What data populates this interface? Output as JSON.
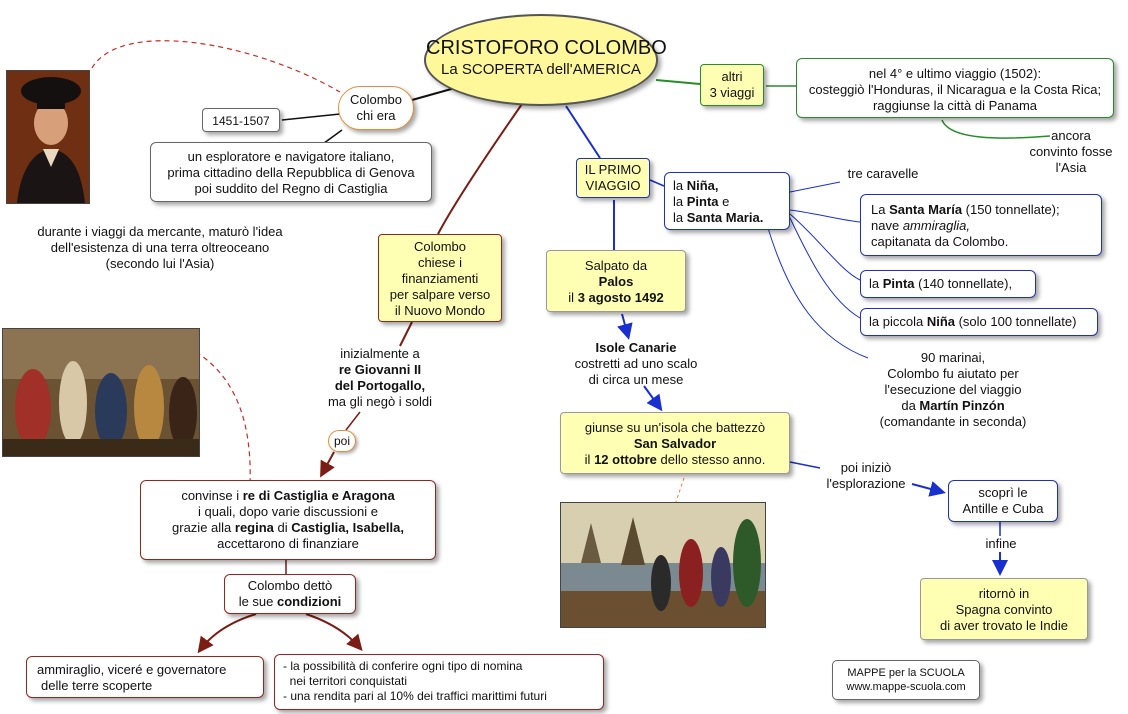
{
  "title": {
    "line1": "CRISTOFORO COLOMBO",
    "line2": "La SCOPERTA dell'AMERICA"
  },
  "who": {
    "label": [
      "Colombo",
      "chi era"
    ],
    "dates": "1451-1507"
  },
  "description": [
    "un esploratore e navigatore italiano,",
    "prima cittadino della Repubblica di Genova",
    "poi suddito del Regno di Castiglia"
  ],
  "idea": [
    "durante i viaggi da mercante, maturò l'idea",
    "dell'esistenza di una terra oltreoceano",
    "(secondo lui l'Asia)"
  ],
  "other_trips": {
    "label": [
      "altri",
      "3 viaggi"
    ],
    "fourth": [
      "nel 4° e ultimo viaggio (1502):",
      "costeggiò l'Honduras, il Nicaragua e la Costa Rica;",
      "raggiunse la città di Panama"
    ],
    "still": [
      "ancora",
      "convinto fosse",
      "l'Asia"
    ]
  },
  "first_trip": {
    "label": [
      "IL PRIMO",
      "VIAGGIO"
    ]
  },
  "ships": {
    "l1": {
      "a": "la ",
      "b": "Niña,"
    },
    "l2": {
      "a": "la ",
      "b": "Pinta",
      "c": " e"
    },
    "l3": {
      "a": "la ",
      "b": "Santa Maria."
    },
    "caravels": "tre caravelle"
  },
  "santa_maria": {
    "a": "La ",
    "b": "Santa María",
    "c": " (150 tonnellate);",
    "l2a": "nave ",
    "l2b": "ammiraglia,",
    "l3": "capitanata da Colombo."
  },
  "pinta": {
    "a": "la ",
    "b": "Pinta",
    "c": " (140 tonnellate),"
  },
  "nina": {
    "a": "la piccola ",
    "b": "Niña",
    "c": " (solo 100 tonnellate)"
  },
  "sailors": {
    "l1": "90 marinai,",
    "l2": "Colombo fu aiutato per",
    "l3": "l'esecuzione del viaggio",
    "l4a": "da ",
    "l4b": "Martín Pinzón",
    "l5": "(comandante in seconda)"
  },
  "departure": {
    "l1": "Salpato da",
    "l2": "Palos",
    "l3a": "il ",
    "l3b": "3 agosto 1492"
  },
  "canary": {
    "l1": "Isole Canarie",
    "l2": "costretti ad uno scalo",
    "l3": "di circa un mese"
  },
  "landing": {
    "l1": "giunse su un'isola che battezzò",
    "l2": "San Salvador",
    "l3a": "il ",
    "l3b": "12 ottobre",
    "l3c": " dello stesso anno."
  },
  "exploration": {
    "label": [
      "poi iniziò",
      "l'esplorazione"
    ],
    "box": [
      "scoprì le",
      "Antille e Cuba"
    ],
    "finally": "infine",
    "return": [
      "ritornò in",
      "Spagna convinto",
      "di aver trovato le Indie"
    ]
  },
  "financing": {
    "box": [
      "Colombo",
      "chiese i",
      "finanziamenti",
      "per salpare verso",
      "il Nuovo Mondo"
    ],
    "portugal_l1": "inizialmente a",
    "portugal_l2": "re Giovanni II",
    "portugal_l3": "del Portogallo,",
    "portugal_l4": "ma gli negò i soldi",
    "then": "poi"
  },
  "castile": {
    "l1a": "convinse i ",
    "l1b": "re di Castiglia e Aragona",
    "l2": "i quali, dopo varie discussioni e",
    "l3a": "grazie alla ",
    "l3b": "regina",
    "l3c": " di ",
    "l3d": "Castiglia, Isabella,",
    "l4": "accettarono di finanziare"
  },
  "conditions": {
    "l1": "Colombo dettò",
    "l2a": "le sue ",
    "l2b": "condizioni"
  },
  "admiral": [
    "ammiraglio, viceré e governatore",
    "delle terre scoperte"
  ],
  "rights": [
    "- la possibilità di conferire ogni tipo di nomina",
    "  nei territori conquistati",
    "- una rendita pari al 10% dei traffici marittimi futuri"
  ],
  "footer": [
    "MAPPE per la SCUOLA",
    "www.mappe-scuola.com"
  ],
  "colors": {
    "yellow": "#ffffb3",
    "blue": "#2233aa",
    "green": "#2b8a2b",
    "red": "#8b2a20",
    "dark_red": "#7a1d14"
  }
}
